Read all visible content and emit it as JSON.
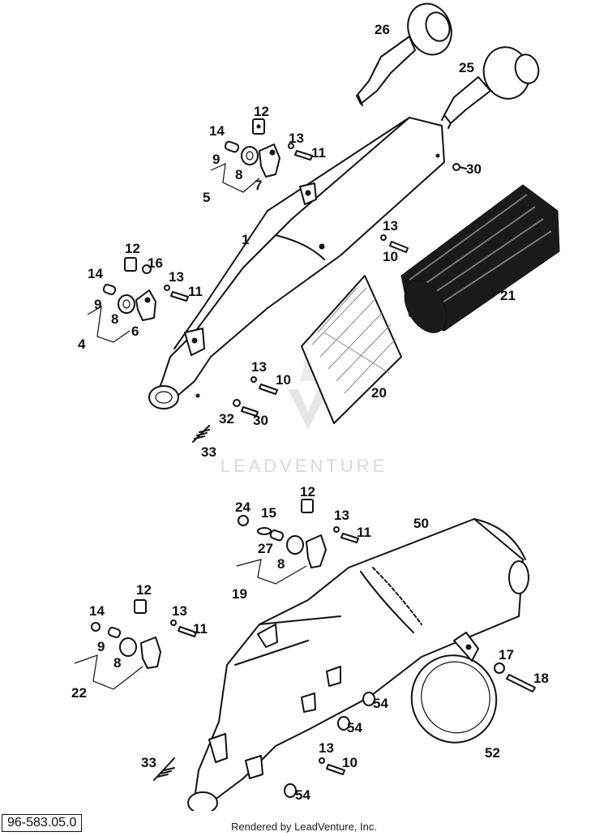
{
  "diagram": {
    "watermark": "LEADVENTURE",
    "drawing_code": "96-583.05.0",
    "credit": "Rendered by LeadVenture, Inc.",
    "callouts": {
      "c26": "26",
      "c25": "25",
      "c12a": "12",
      "c14a": "14",
      "c13a": "13",
      "c11a": "11",
      "c9a": "9",
      "c8a": "8",
      "c5": "5",
      "c7": "7",
      "c30a": "30",
      "c1": "1",
      "c13b": "13",
      "c10a": "10",
      "c12b": "12",
      "c16": "16",
      "c14b": "14",
      "c13c": "13",
      "c11b": "11",
      "c9b": "9",
      "c8b": "8",
      "c4": "4",
      "c6": "6",
      "c21": "21",
      "c13d": "13",
      "c10b": "10",
      "c20": "20",
      "c32": "32",
      "c30b": "30",
      "c33a": "33",
      "c12c": "12",
      "c24": "24",
      "c15": "15",
      "c13e": "13",
      "c11c": "11",
      "c50": "50",
      "c27": "27",
      "c8c": "8",
      "c19": "19",
      "c12d": "12",
      "c14c": "14",
      "c13f": "13",
      "c11d": "11",
      "c9c": "9",
      "c8d": "8",
      "c22": "22",
      "c17": "17",
      "c18": "18",
      "c54a": "54",
      "c54b": "54",
      "c52": "52",
      "c33b": "33",
      "c13g": "13",
      "c10c": "10",
      "c54c": "54"
    }
  }
}
